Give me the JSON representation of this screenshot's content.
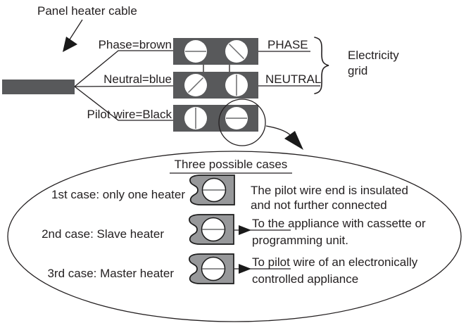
{
  "labels": {
    "cable": "Panel heater cable",
    "grid_line1": "Electricity",
    "grid_line2": "grid"
  },
  "wires": [
    {
      "name": "Phase=brown",
      "grid_terminal": "PHASE"
    },
    {
      "name": "Neutral=blue",
      "grid_terminal": "NEUTRAL"
    },
    {
      "name": "Pilot wire=Black"
    }
  ],
  "callout": {
    "title": "Three possible cases",
    "cases": [
      {
        "label": "1st case: only one heater",
        "description_line1": "The pilot wire end is insulated",
        "description_line2": "and not further connected"
      },
      {
        "label": "2nd case: Slave heater",
        "description_line1": "To the appliance with cassette or",
        "description_line2": "programming unit."
      },
      {
        "label": "3rd case: Master heater",
        "description_line1": "To pilot wire of an electronically",
        "description_line2": "controlled appliance"
      }
    ]
  },
  "colors": {
    "terminal_block": "#58595b",
    "cable": "#58595b",
    "case_terminal": "#97989a",
    "text": "#231f20",
    "line": "#231f20",
    "background": "#ffffff"
  }
}
